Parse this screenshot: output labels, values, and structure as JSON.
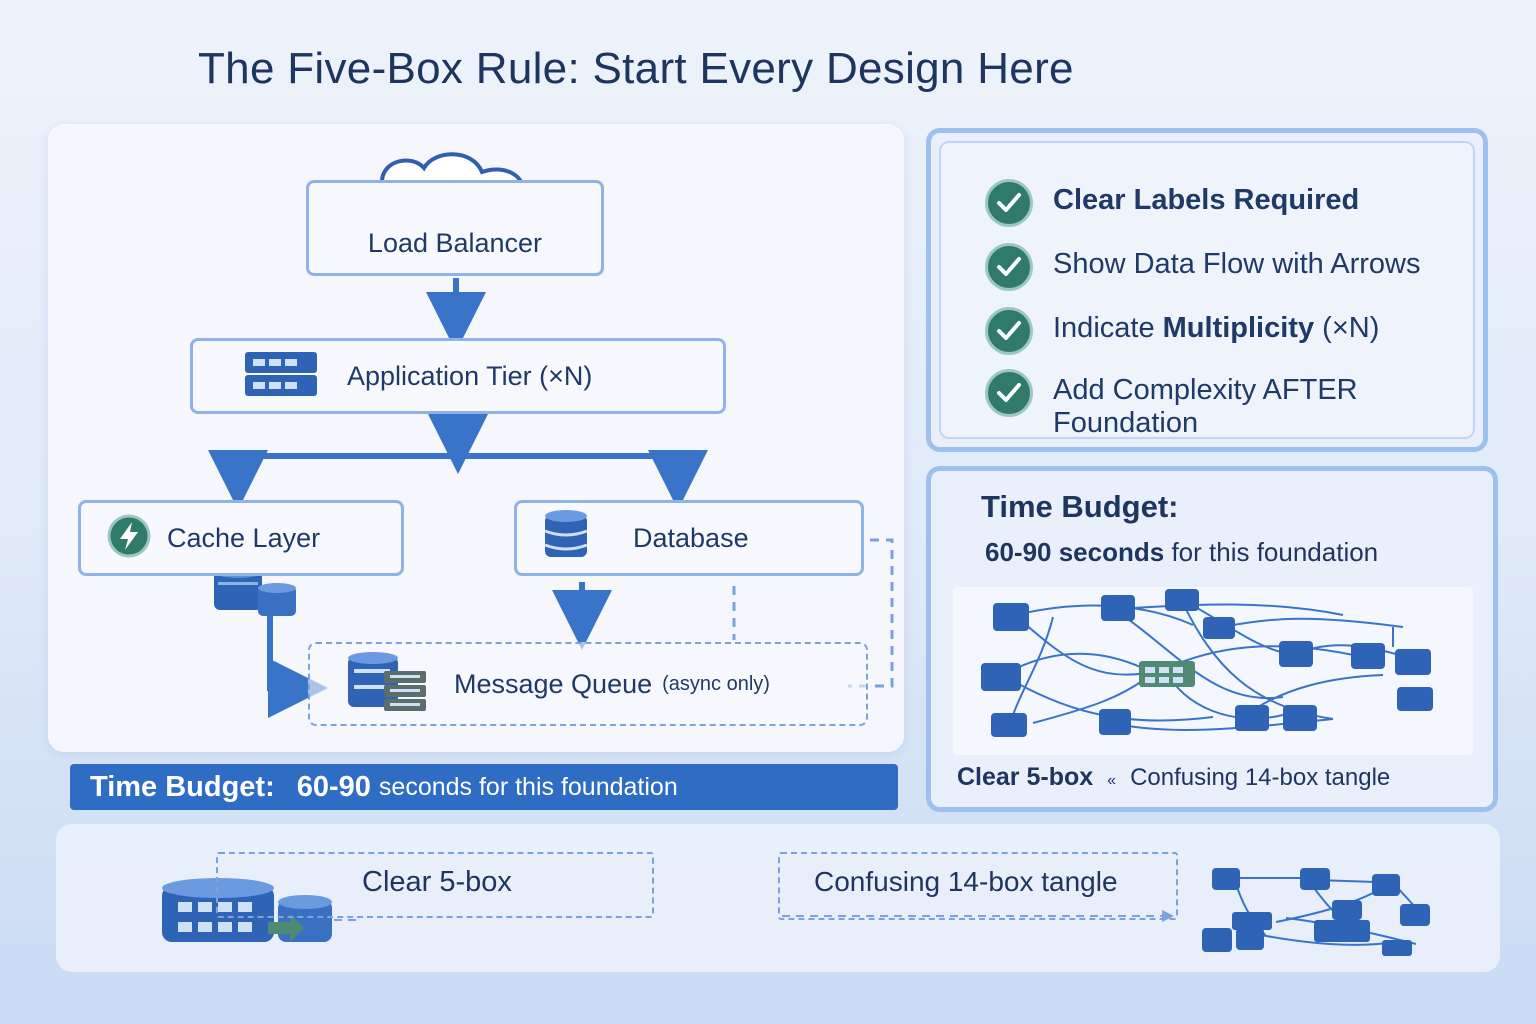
{
  "title": "The Five-Box Rule: Start Every Design Here",
  "diagram": {
    "load_balancer": "Load Balancer",
    "app_tier": "Application Tier (×N)",
    "cache": "Cache Layer",
    "database": "Database",
    "queue": "Message Queue",
    "queue_note": "(async only)"
  },
  "time_bar": {
    "label": "Time Budget:",
    "range": "60-90",
    "rest": "seconds for this foundation"
  },
  "checklist": {
    "item1": "Clear Labels Required",
    "item2": "Show Data Flow with Arrows",
    "item3_a": "Indicate",
    "item3_b": "Multiplicity",
    "item3_c": "(×N)",
    "item4_a": "Add Complexity AFTER",
    "item4_b": "Foundation"
  },
  "budget_panel": {
    "title": "Time Budget:",
    "range": "60-90 seconds",
    "rest": "for this foundation",
    "clear": "Clear  5-box",
    "separator": "«",
    "confusing": "Confusing 14-box tangle"
  },
  "bottom": {
    "clear": "Clear 5-box",
    "confusing": "Confusing 14-box tangle"
  },
  "colors": {
    "accent": "#2f6cc4",
    "border": "#8fb3e6",
    "check": "#2f7a6a",
    "text": "#1f3a66"
  }
}
